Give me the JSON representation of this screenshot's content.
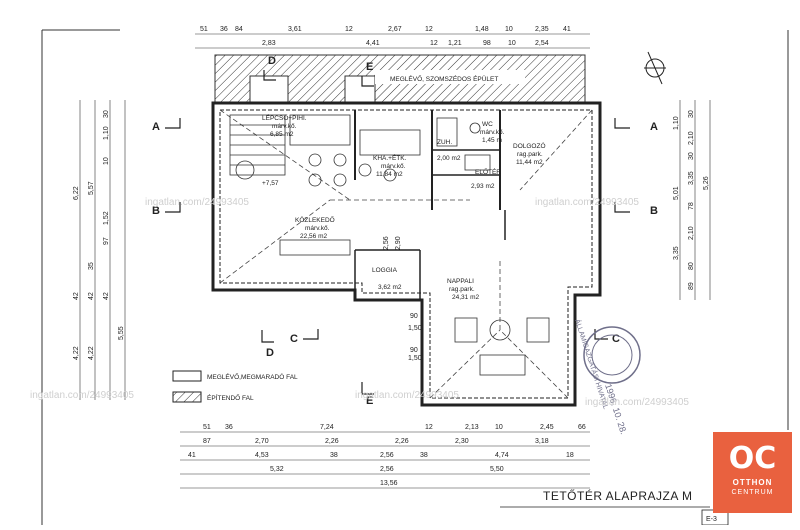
{
  "sheet": {
    "title": "TETŐTÉR ALAPRAJZA M",
    "sheet_no": "E-3",
    "neighbor_label": "MEGLÉVŐ, SZOMSZÉDOS ÉPÜLET"
  },
  "legend": {
    "existing": "MEGLÉVŐ,MEGMARADÓ FAL",
    "new": "ÉPÍTENDŐ FAL"
  },
  "rooms": [
    {
      "name": "LÉPCSŐ+PIHI.",
      "floor": "márv.kő.",
      "area": "6,85 m2"
    },
    {
      "name": "KHA.+ÉTK.",
      "floor": "márv.kő.",
      "area": "11,84 m2"
    },
    {
      "name": "KÖZLEKEDŐ",
      "floor": "márv.kő.",
      "area": "22,56 m2"
    },
    {
      "name": "LOGGIA",
      "floor": "",
      "area": "3,62 m2"
    },
    {
      "name": "NAPPALI",
      "floor": "rag.park.",
      "area": "24,31 m2"
    },
    {
      "name": "ZUH.",
      "floor": "",
      "area": "2,00 m2"
    },
    {
      "name": "WC",
      "floor": "márv.kő.",
      "area": "1,45 m"
    },
    {
      "name": "ELŐTÉR",
      "floor": "",
      "area": "2,93 m2"
    },
    {
      "name": "DOLGOZÓ",
      "floor": "rag.park.",
      "area": "11,44 m2"
    }
  ],
  "level_mark": "+7,57",
  "sections": [
    "A",
    "A",
    "B",
    "B",
    "C",
    "C",
    "D",
    "D",
    "E",
    "E"
  ],
  "dims": {
    "top": [
      "51",
      "36",
      "84",
      "3,61",
      "12",
      "2,67",
      "12",
      "1,48",
      "10",
      "2,35",
      "41",
      "2,83",
      "4,41",
      "12",
      "1,21",
      "98",
      "10",
      "2,54"
    ],
    "bottom": [
      "51",
      "36",
      "7,24",
      "12",
      "2,13",
      "10",
      "2,45",
      "66",
      "87",
      "2,70",
      "2,26",
      "2,26",
      "2,30",
      "3,18",
      "41",
      "4,53",
      "38",
      "2,56",
      "38",
      "4,74",
      "18",
      "5,32",
      "2,56",
      "5,50",
      "13,56"
    ],
    "left": [
      "30",
      "6,22",
      "1,10",
      "10",
      "1,52",
      "97",
      "35",
      "42",
      "42",
      "42",
      "4,22",
      "4,22",
      "5,57",
      "5,55"
    ],
    "right": [
      "30",
      "2,10",
      "1,10",
      "30",
      "3,35",
      "5,26",
      "5,01",
      "78",
      "2,10",
      "3,35",
      "80",
      "89"
    ],
    "inner": [
      "90",
      "90",
      "1,50",
      "1,50",
      "2,56",
      "2,90"
    ]
  },
  "watermark": "ingatlan.com/24993405",
  "stamp": {
    "line1": "1996. 10. 28.",
    "line2": "ÁLLAMIGAZGATÁSI HIVATAL"
  },
  "logo": {
    "mark": "OC",
    "line1": "OTTHON",
    "line2": "CENTRUM"
  },
  "colors": {
    "ink": "#222222",
    "logo_bg": "#e9613f",
    "stamp": "#6f6f8a"
  }
}
